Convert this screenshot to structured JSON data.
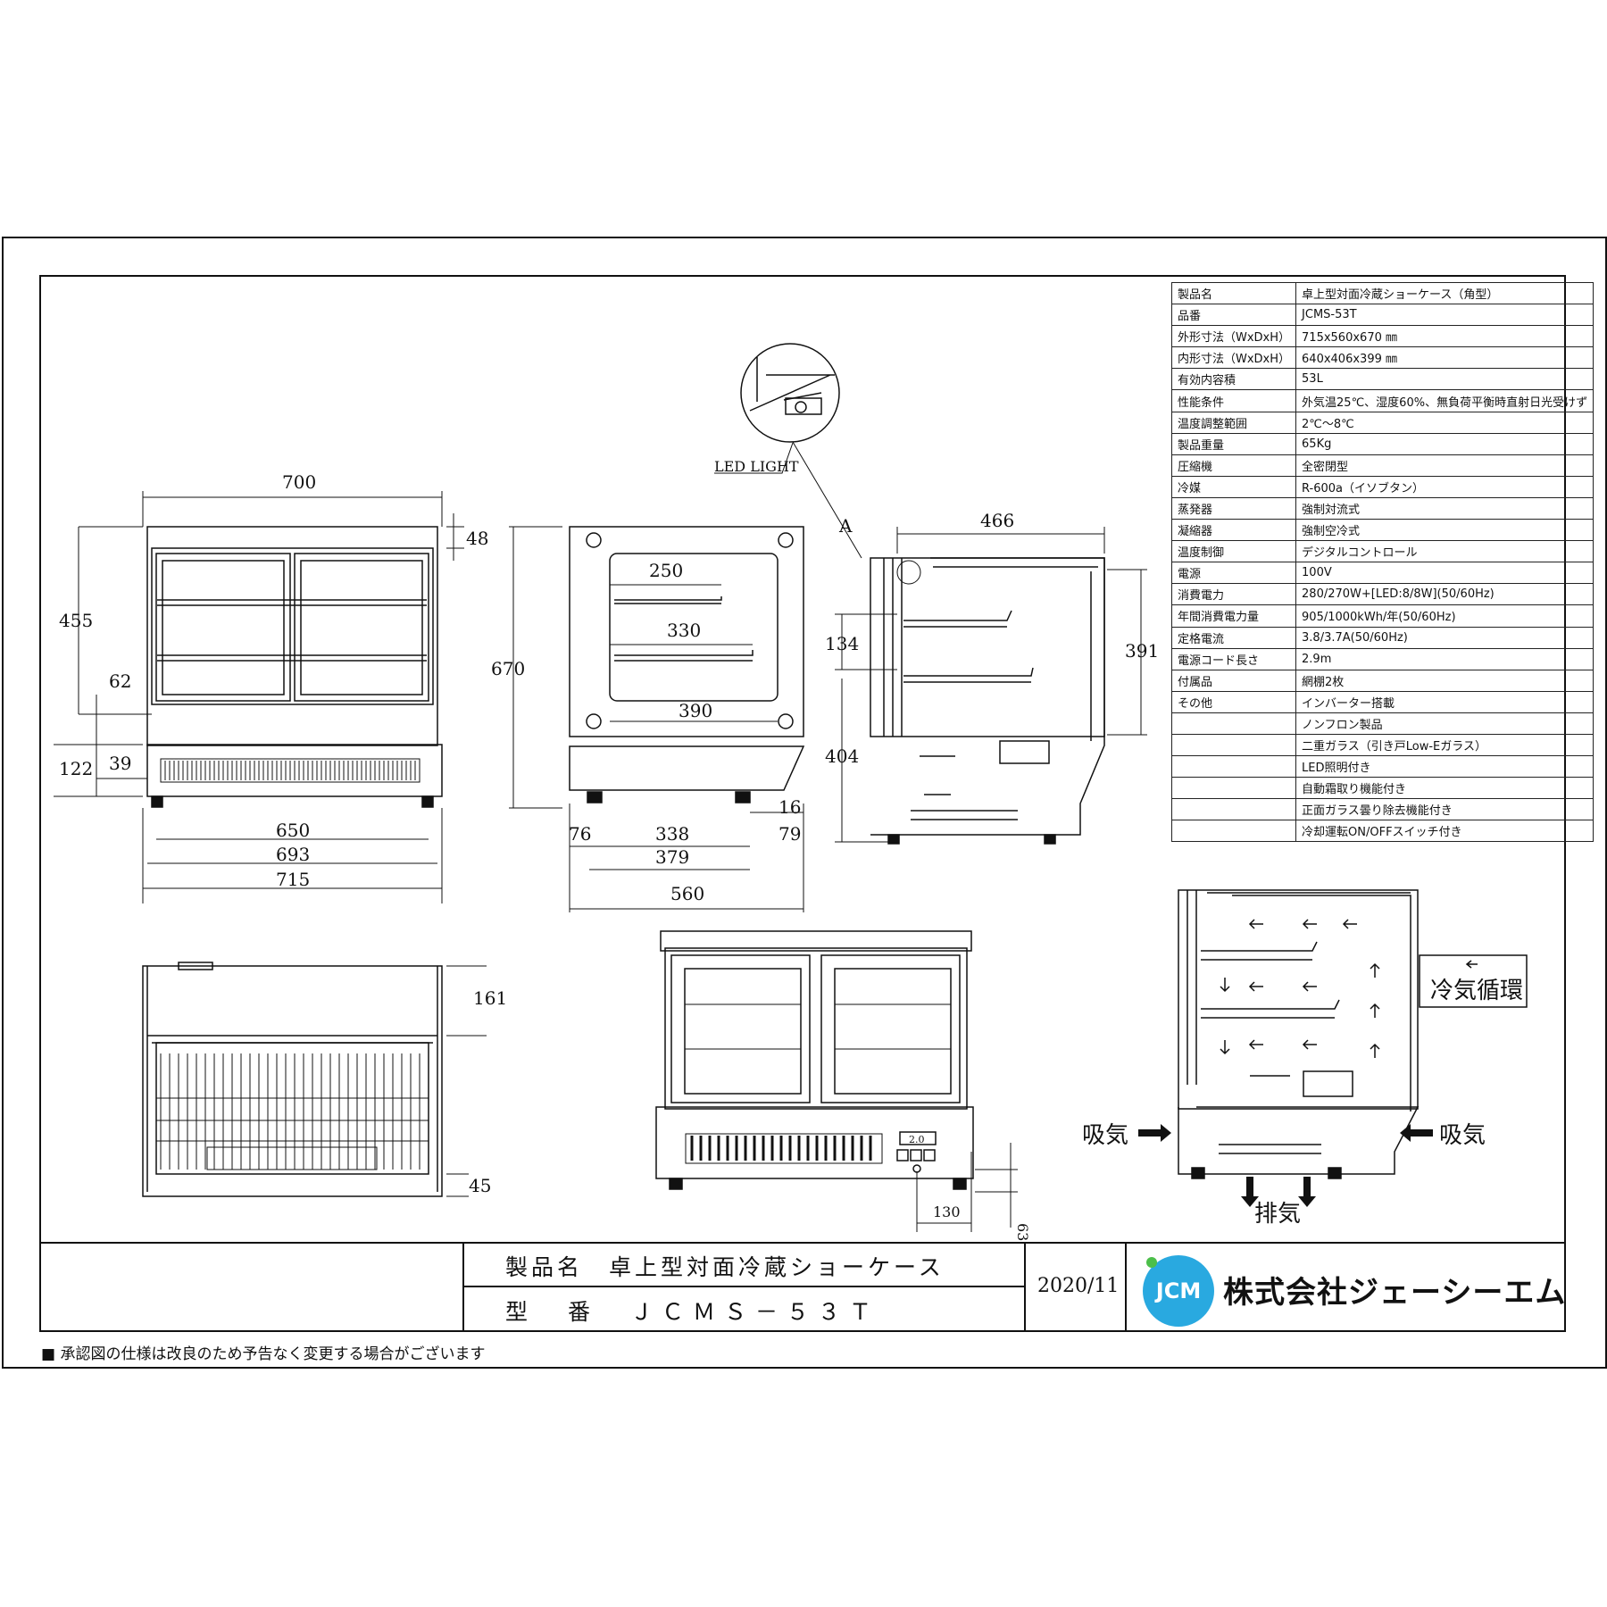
{
  "spec_table": [
    {
      "label": "製品名",
      "value": "卓上型対面冷蔵ショーケース（角型）"
    },
    {
      "label": "品番",
      "value": "JCMS-53T"
    },
    {
      "label": "外形寸法（WxDxH）",
      "value": "715x560x670 ㎜"
    },
    {
      "label": "内形寸法（WxDxH）",
      "value": "640x406x399 ㎜"
    },
    {
      "label": "有効内容積",
      "value": "53L"
    },
    {
      "label": "性能条件",
      "value": "外気温25℃、湿度60%、無負荷平衡時直射日光受けず"
    },
    {
      "label": "温度調整範囲",
      "value": "2℃～8℃"
    },
    {
      "label": "製品重量",
      "value": "65Kg"
    },
    {
      "label": "圧縮機",
      "value": "全密閉型"
    },
    {
      "label": "冷媒",
      "value": "R-600a（イソブタン）"
    },
    {
      "label": "蒸発器",
      "value": "強制対流式"
    },
    {
      "label": "凝縮器",
      "value": "強制空冷式"
    },
    {
      "label": "温度制御",
      "value": "デジタルコントロール"
    },
    {
      "label": "電源",
      "value": "100V"
    },
    {
      "label": "消費電力",
      "value": "280/270W+[LED:8/8W](50/60Hz)"
    },
    {
      "label": "年間消費電力量",
      "value": "905/1000kWh/年(50/60Hz)"
    },
    {
      "label": "定格電流",
      "value": "3.8/3.7A(50/60Hz)"
    },
    {
      "label": "電源コード長さ",
      "value": "2.9m"
    },
    {
      "label": "付属品",
      "value": "網棚2枚"
    },
    {
      "label": "その他",
      "value": "インバーター搭載"
    },
    {
      "label": "",
      "value": "ノンフロン製品"
    },
    {
      "label": "",
      "value": "二重ガラス（引き戸Low-Eガラス）"
    },
    {
      "label": "",
      "value": "LED照明付き"
    },
    {
      "label": "",
      "value": "自動霜取り機能付き"
    },
    {
      "label": "",
      "value": "正面ガラス曇り除去機能付き"
    },
    {
      "label": "",
      "value": "冷却運転ON/OFFスイッチ付き"
    }
  ],
  "front_view": {
    "dim_top": "700",
    "dim_48": "48",
    "dim_455": "455",
    "dim_62": "62",
    "dim_122": "122",
    "dim_39": "39",
    "dim_650": "650",
    "dim_693": "693",
    "dim_715": "715"
  },
  "side_view": {
    "dim_250": "250",
    "dim_330": "330",
    "dim_390": "390",
    "dim_670": "670",
    "dim_76": "76",
    "dim_338": "338",
    "dim_379": "379",
    "dim_16": "16",
    "dim_79": "79",
    "dim_560": "560"
  },
  "section_view": {
    "dim_466": "466",
    "dim_134": "134",
    "dim_391": "391",
    "dim_404": "404",
    "label_a": "A",
    "led_light": "LED LIGHT"
  },
  "back_view": {
    "dim_161": "161",
    "dim_45": "45"
  },
  "front2_view": {
    "dim_130": "130",
    "dim_63": "63",
    "display": "2.0"
  },
  "airflow": {
    "legend": "冷気循環",
    "intake": "吸気",
    "exhaust": "排気"
  },
  "title_block": {
    "product_label": "製品名　卓上型対面冷蔵ショーケース",
    "model_label": "型　番　ＪＣＭＳ－５３Ｔ",
    "date": "2020/11",
    "logo": "JCM",
    "company": "株式会社ジェーシーエム",
    "note": "■ 承認図の仕様は改良のため予告なく変更する場合がございます"
  }
}
